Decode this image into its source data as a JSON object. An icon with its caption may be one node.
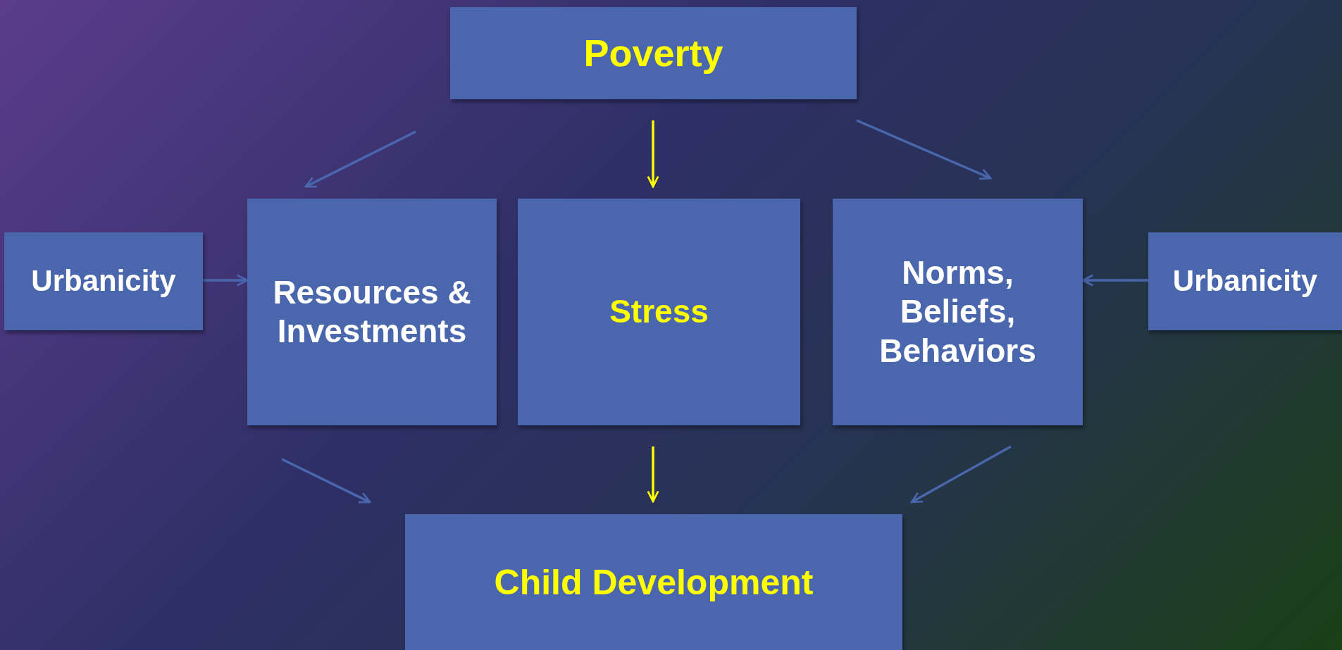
{
  "diagram": {
    "nodes": [
      {
        "text": [
          "Poverty"
        ]
      },
      {
        "text": [
          "Urbanicity"
        ]
      },
      {
        "text": [
          "Resources & Investments"
        ]
      },
      {
        "text": [
          "Stress"
        ]
      },
      {
        "text": [
          "Norms, Beliefs, Behaviors"
        ]
      },
      {
        "text": [
          "Urbanicity"
        ]
      },
      {
        "text": [
          "Child Development"
        ]
      }
    ],
    "edges": [
      {
        "from": 0,
        "to": 2,
        "arrow": "to"
      },
      {
        "from": 0,
        "to": 3,
        "arrow": "to",
        "color": "#ffff00"
      },
      {
        "from": 0,
        "to": 4,
        "arrow": "to"
      },
      {
        "from": 1,
        "to": 2,
        "arrow": "to"
      },
      {
        "from": 5,
        "to": 4,
        "arrow": "to"
      },
      {
        "from": 2,
        "to": 6,
        "arrow": "to"
      },
      {
        "from": 3,
        "to": 6,
        "arrow": "to",
        "color": "#ffff00"
      },
      {
        "from": 4,
        "to": 6,
        "arrow": "to"
      }
    ]
  }
}
